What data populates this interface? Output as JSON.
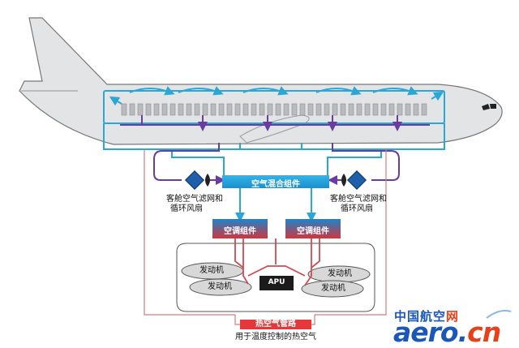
{
  "labels": {
    "mix_unit": "空气混合组件",
    "filter_left_line1": "客舱空气滤网和",
    "filter_left_line2": "循环风扇",
    "filter_right_line1": "客舱空气滤网和",
    "filter_right_line2": "循环风扇",
    "pack_left": "空调组件",
    "pack_right": "空调组件",
    "engine_left_1": "发动机",
    "engine_left_2": "发动机",
    "engine_right_1": "发动机",
    "engine_right_2": "发动机",
    "apu": "APU",
    "hot_air_duct": "热空气管路",
    "hot_air_caption": "用于温度控制的热空气"
  },
  "logo": {
    "cn_main": "中国航空",
    "cn_accent": "网",
    "en_main": "aero.",
    "en_accent": "cn"
  },
  "colors": {
    "fresh_air": "#2aa7d6",
    "recirculation": "#6b3aa3",
    "hot_air": "#d14a52",
    "mix_unit": "#1e9fd8",
    "logo_blue": "#1a57b8",
    "logo_red": "#e8401c"
  }
}
